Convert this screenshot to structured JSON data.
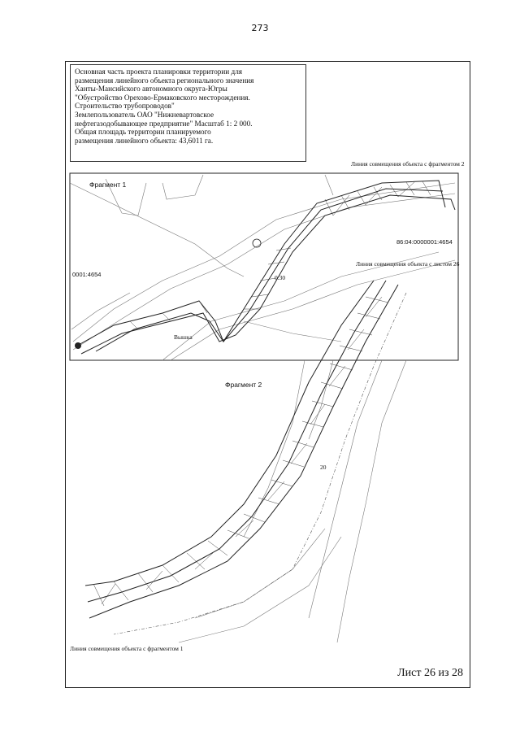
{
  "page_number": "273",
  "title_block": {
    "lines": [
      "Основная часть проекта планировки территории для",
      "размещения линейного объекта регионального значения",
      "Ханты-Мансийского автономного округа-Югры",
      "\"Обустройство Орехово-Ермаковского месторождения.",
      "Строительство трубопроводов\"",
      "Землепользователь ОАО \"Нижневартовское",
      "нефтегазодобывающее предприятие\" Масштаб 1: 2 000.",
      "Общая площадь территории  планируемого",
      "размещения  линейного объекта: 43,6011 га."
    ]
  },
  "map": {
    "fragment1_label": "Фрагмент 1",
    "fragment2_label": "Фрагмент 2",
    "match_line_fragment2": "Линия совмещения объекта с фрагментом 2",
    "match_line_sheet26": "Линия совмещения объекта с листом 26",
    "match_line_fragment1": "Линия совмещения объекта с фрагментом 1",
    "cadastral_code_right": "86:04:0000001:4654",
    "cadastral_code_left": "0001:4654",
    "small_label_a": "Вышка",
    "small_label_b": "0.30",
    "small_label_c": "20"
  },
  "sheet_label": "Лист 26 из 28"
}
